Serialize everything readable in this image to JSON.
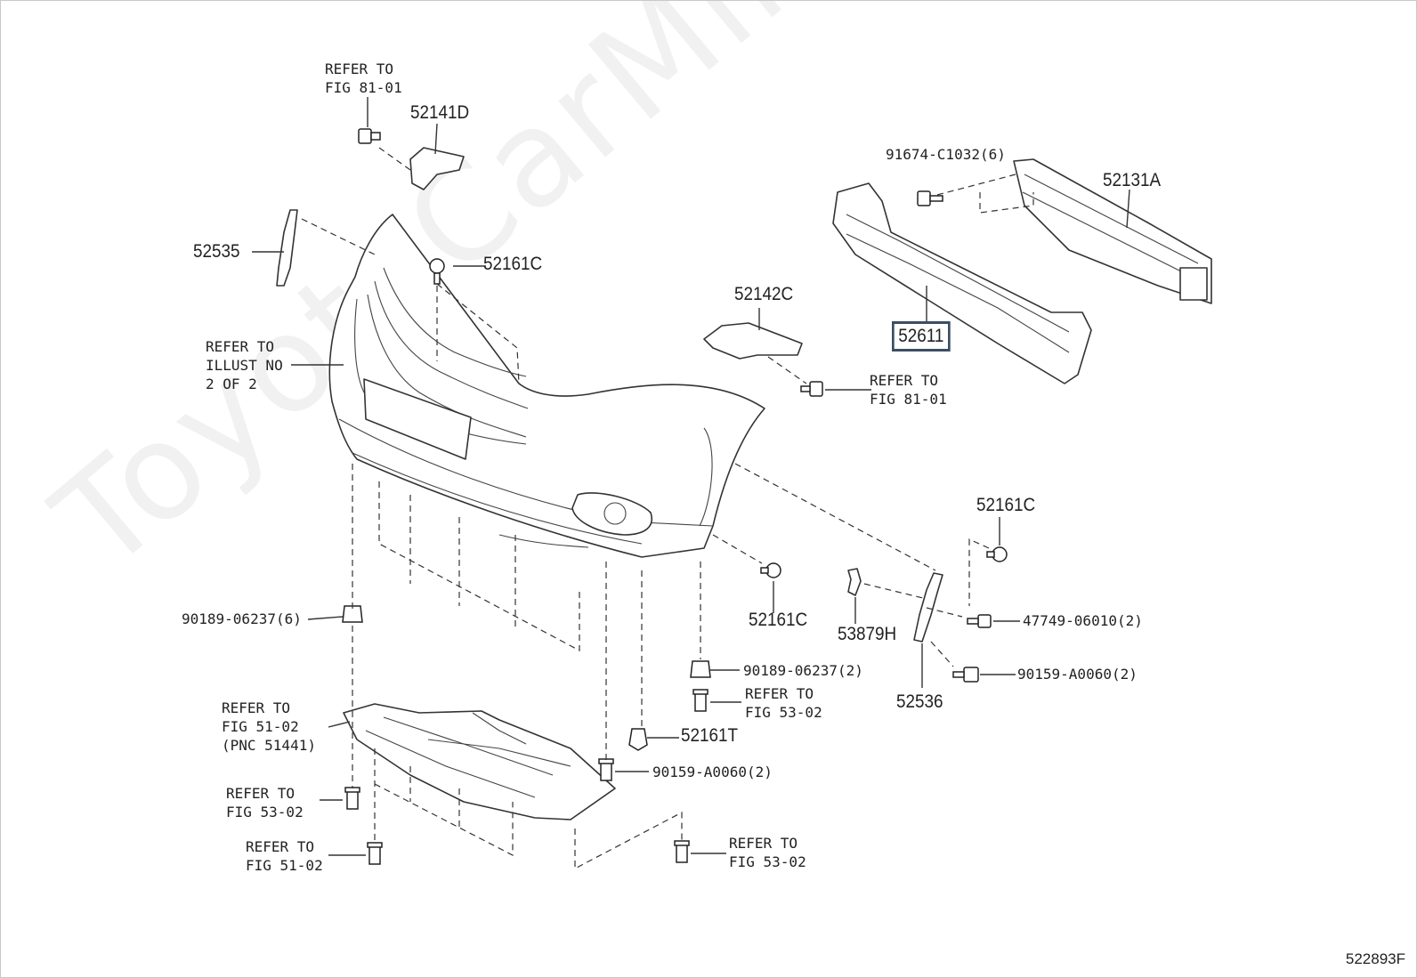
{
  "watermark": "ToyotaCarMine.ru",
  "figure_code": "522893F",
  "highlighted_part": "52611",
  "labels": {
    "ref_81_01_top": "REFER TO\nFIG 81-01",
    "p52141D": "52141D",
    "p91674": "91674-C1032(6)",
    "p52131A": "52131A",
    "p52535": "52535",
    "p52161C_top": "52161C",
    "p52142C": "52142C",
    "p52611": "52611",
    "ref_illust": "REFER TO\nILLUST NO\n2 OF 2",
    "ref_81_01_mid": "REFER TO\nFIG 81-01",
    "p52161C_right": "52161C",
    "p90189_left": "90189-06237(6)",
    "p52161C_mid": "52161C",
    "p53879H": "53879H",
    "p47749": "47749-06010(2)",
    "p90189_mid": "90189-06237(2)",
    "p90159_right": "90159-A0060(2)",
    "ref_53_02_mid": "REFER TO\nFIG 53-02",
    "p52536": "52536",
    "ref_51_02_pnc": "REFER TO\nFIG 51-02\n(PNC 51441)",
    "p52161T": "52161T",
    "p90159_mid": "90159-A0060(2)",
    "ref_53_02_left": "REFER TO\nFIG 53-02",
    "ref_51_02_bottom": "REFER TO\nFIG 51-02",
    "ref_53_02_bottom": "REFER TO\nFIG 53-02"
  }
}
